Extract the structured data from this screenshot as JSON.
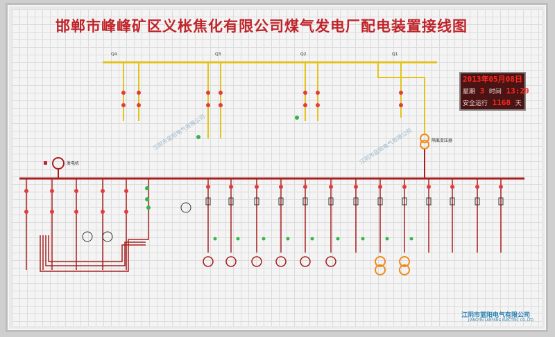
{
  "title": "邯郸市峰峰矿区义枨焦化有限公司煤气发电厂配电装置接线图",
  "clock": {
    "date": "2013年05月08日",
    "weekday_label": "星期",
    "weekday": "3",
    "time_label": "时间",
    "time": "13:29",
    "safe_label": "安全运行",
    "safe_days": "1168",
    "days_unit": "天"
  },
  "logo": {
    "name": "江阴市蓝阳电气有限公司",
    "sub": "JIANGYIN LANYANG ELECTRIC CO.,LTD"
  },
  "top_feeders": [
    "Q4",
    "Q3",
    "Q2",
    "Q1"
  ],
  "generator_label": "发电机",
  "transformer_label": "隔离变压器",
  "colors": {
    "title": "#c0242a",
    "bus_yellow": "#e3c31a",
    "bus_red": "#a81e1e",
    "line_dark": "#333333",
    "lamp_red": "#e23b3b",
    "lamp_green": "#38b24a",
    "transformer_orange": "#f08a1c"
  }
}
